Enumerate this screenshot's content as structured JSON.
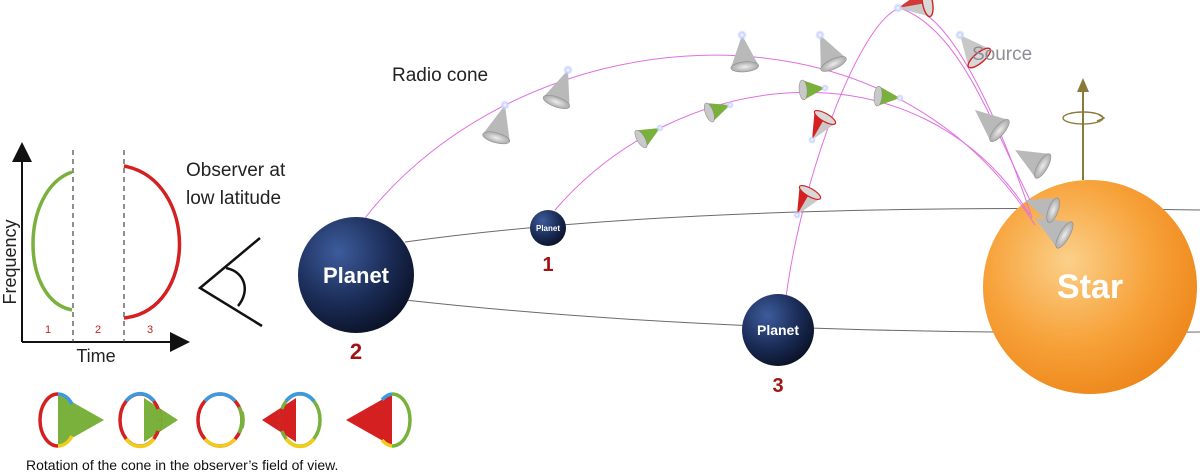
{
  "labels": {
    "radio_cone": "Radio cone",
    "source": "Source",
    "observer_line1": "Observer at",
    "observer_line2": "low latitude",
    "star": "Star",
    "caption": "Rotation of the cone in the observer’s field of view."
  },
  "planets": [
    {
      "label": "Planet",
      "number": "2"
    },
    {
      "label": "Planet",
      "number": "1"
    },
    {
      "label": "Planet",
      "number": "3"
    }
  ],
  "dynamic_spectrum": {
    "ylabel": "Frequency",
    "xlabel": "Time",
    "segments": [
      "1",
      "2",
      "3"
    ]
  },
  "colors": {
    "green": "#7ab03c",
    "red": "#d42020",
    "blue": "#3b9ae0",
    "yellow": "#f2cc1a",
    "orbit": "#606060",
    "beam": "#e070e0",
    "star": "#f5901e",
    "axis_arrow": "#8a7a3a"
  }
}
